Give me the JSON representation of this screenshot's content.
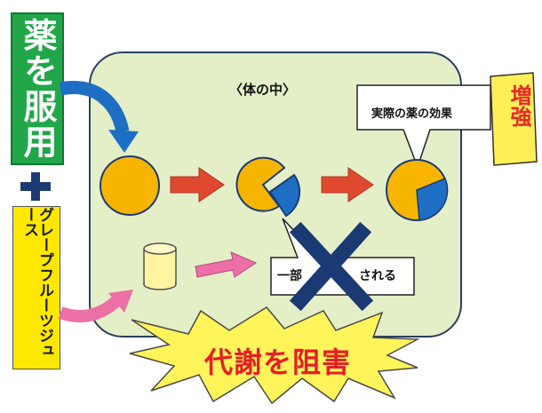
{
  "drug_label": "薬を服用",
  "plus_label": "",
  "juice_label": "グレープフルーツジュース",
  "panel_title": "〈体の中〉",
  "effect_callout": "実際の薬の効果",
  "effect_tag": "増強",
  "partial_label_left": "一部",
  "partial_label_right": "される",
  "block_label": "代謝を阻害",
  "colors": {
    "green": "#21a74a",
    "yellow": "#ffe800",
    "orange": "#f7b500",
    "blue": "#1d6fc4",
    "red_arrow": "#e0492f",
    "pink_arrow": "#ec6fa6",
    "panel": "#e4efc8",
    "navy": "#1b3a74"
  }
}
